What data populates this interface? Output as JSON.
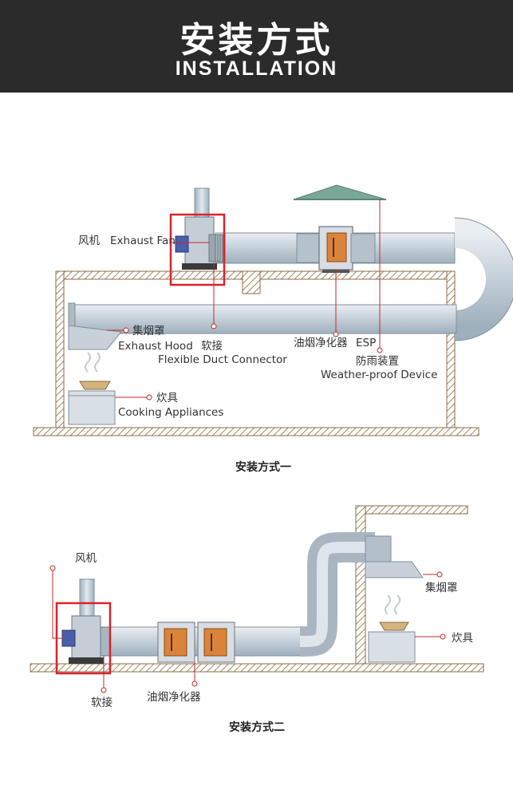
{
  "header": {
    "title_zh": "安装方式",
    "title_en": "INSTALLATION"
  },
  "diagram1": {
    "caption": "安装方式一",
    "labels": {
      "fan_zh": "风机",
      "fan_en": "Exhaust Fan",
      "hood_zh": "集烟罩",
      "hood_en": "Exhaust Hood",
      "connector_zh": "软接",
      "connector_en": "Flexible Duct Connector",
      "esp_zh": "油烟净化器",
      "esp_en": "ESP",
      "weather_zh": "防雨装置",
      "weather_en": "Weather-proof Device",
      "cooking_zh": "炊具",
      "cooking_en": "Cooking Appliances"
    },
    "colors": {
      "highlight": "#d9232b",
      "duct": "#c9d3dc",
      "wall": "#a8865e",
      "cap": "#6f9f8e"
    }
  },
  "diagram2": {
    "caption": "安装方式二",
    "labels": {
      "fan_zh": "风机",
      "hood_zh": "集烟罩",
      "cooking_zh": "炊具",
      "connector_zh": "软接",
      "esp_zh": "油烟净化器"
    }
  }
}
